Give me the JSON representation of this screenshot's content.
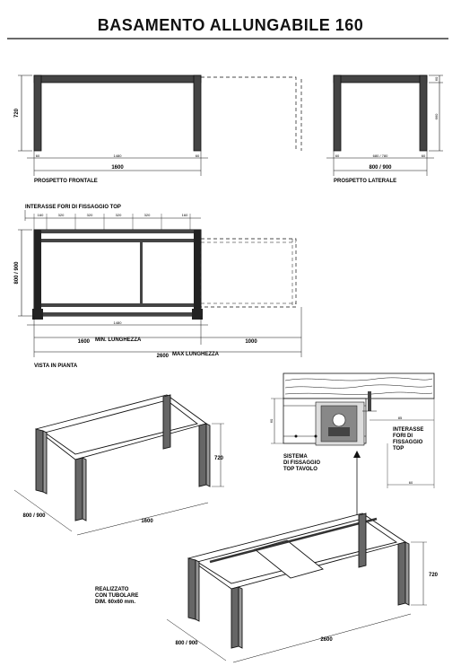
{
  "title": "BASAMENTO ALLUNGABILE 160",
  "front": {
    "height": "720",
    "tick_left": "60",
    "tick_right": "60",
    "inner": "1480",
    "total": "1600",
    "caption": "PROSPETTO FRONTALE"
  },
  "side": {
    "height_left": "60",
    "height_right": "660",
    "tick_left": "60",
    "tick_right": "60",
    "inner": "680 / 780",
    "total": "800 / 900",
    "caption": "PROSPETTO LATERALE"
  },
  "plan": {
    "holes_title": "INTERASSE FORI DI FISSAGGIO TOP",
    "holes": [
      "160",
      "320",
      "320",
      "320",
      "320",
      "160"
    ],
    "height": "800 / 900",
    "inner": "1480",
    "min_value": "1600",
    "min_label": "MIN. LUNGHEZZA",
    "ext_value": "1000",
    "max_value": "2600",
    "max_label": "MAX LUNGHEZZA",
    "caption": "VISTA IN PIANTA"
  },
  "detail": {
    "left_dim": "60",
    "small_dim": "85",
    "bottom_dim": "60",
    "label_holes": [
      "INTERASSE",
      "FORI DI",
      "FISSAGGIO",
      "TOP"
    ],
    "label_system": [
      "SISTEMA",
      "DI FISSAGGIO",
      "TOP TAVOLO"
    ]
  },
  "iso1": {
    "height": "720",
    "depth": "800 / 900",
    "length": "1600"
  },
  "iso2": {
    "note": [
      "REALIZZATO",
      "CON TUBOLARE",
      "DIM. 60x60 mm."
    ],
    "height": "720",
    "depth": "800 / 900",
    "length": "2600"
  }
}
